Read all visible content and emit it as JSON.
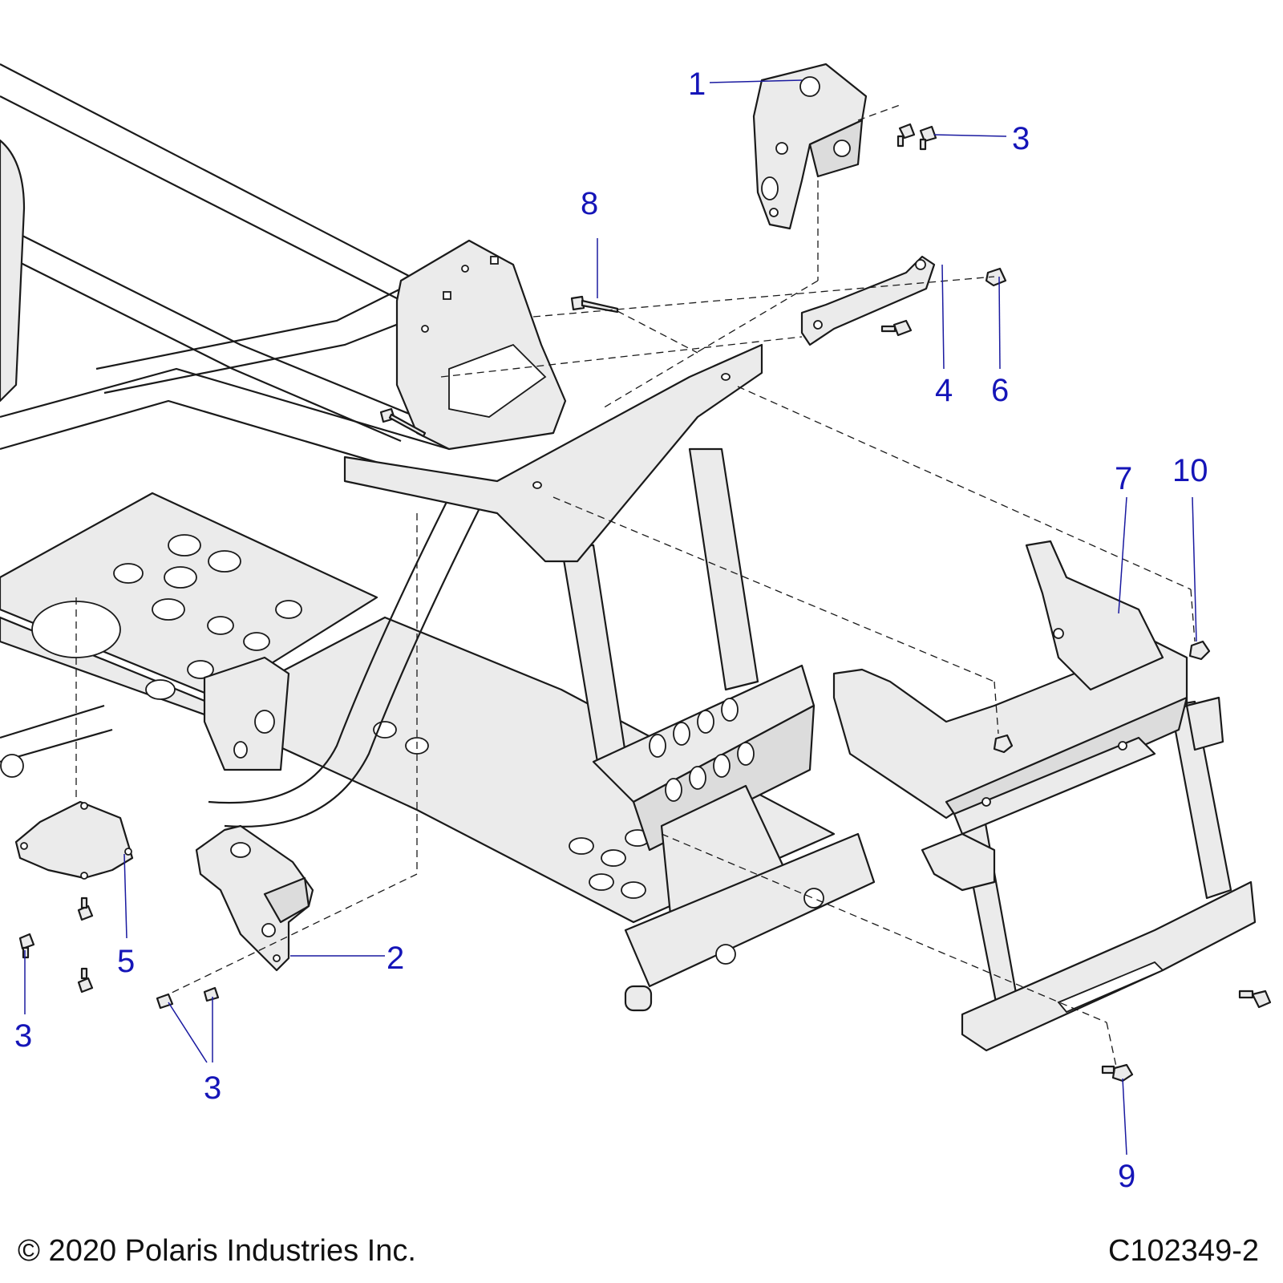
{
  "callouts": [
    {
      "label": "1"
    },
    {
      "label": "3"
    },
    {
      "label": "8"
    },
    {
      "label": "4"
    },
    {
      "label": "6"
    },
    {
      "label": "7"
    },
    {
      "label": "10"
    },
    {
      "label": "2"
    },
    {
      "label": "5"
    },
    {
      "label": "3"
    },
    {
      "label": "3"
    },
    {
      "label": "9"
    }
  ],
  "footer": {
    "copyright": "© 2020 Polaris Industries Inc.",
    "drawing_id": "C102349-2"
  }
}
